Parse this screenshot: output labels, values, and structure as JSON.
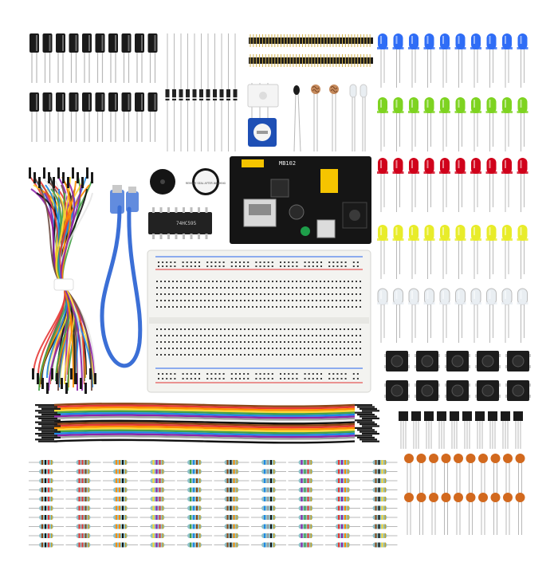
{
  "scene": {
    "background": "#ffffff",
    "colors": {
      "capacitor": "#1a1a1a",
      "lead": "#b8b8b8",
      "led_blue": "#2f6df6",
      "led_green": "#7ed321",
      "led_red": "#d0021b",
      "led_yellow": "#e8ec2a",
      "led_clear": "#e9eef2",
      "breadboard": "#f3f3f0",
      "rail_red": "#e03131",
      "rail_blue": "#2563eb",
      "usb_cable": "#3b6fd6",
      "power_module": "#151515",
      "header_yellow": "#f5c400",
      "pot_blue": "#1e4fb5",
      "resistor_body": "#8fc1c9",
      "ceramic_cap": "#d2691e",
      "button_black": "#1c1c1c"
    },
    "labels": {
      "chip": "74HC595",
      "power_module_brand": "MB102",
      "buzzer_sticker": "REMOVE SEAL AFTER WASHING"
    },
    "counts": {
      "capacitors_per_row": 10,
      "capacitor_rows": 2,
      "leds_per_color": 10,
      "led_colors": 5,
      "buttons": 10,
      "transistors": 10,
      "ceramic_caps_per_row": 10,
      "ceramic_cap_rows": 2,
      "resistor_groups": 10,
      "resistors_per_group": 10,
      "ribbon_wires": 20,
      "diodes": 11
    }
  }
}
